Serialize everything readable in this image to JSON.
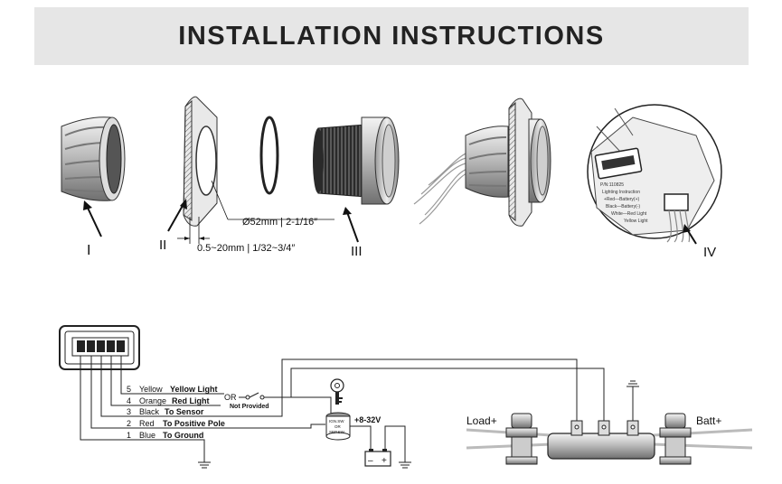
{
  "header": {
    "title": "INSTALLATION INSTRUCTIONS"
  },
  "parts": {
    "part1_label": "I",
    "part2_label": "II",
    "part3_label": "III",
    "part4_label": "IV",
    "hole_diameter": "Ø52mm | 2-1/16″",
    "panel_thickness": "0.5~20mm | 1/32~3/4″"
  },
  "wiring": {
    "connector_pins": [
      "5",
      "4",
      "3",
      "2",
      "1"
    ],
    "wires": [
      {
        "num": "5",
        "color": "Yellow",
        "function": "Yellow Light"
      },
      {
        "num": "4",
        "color": "Orange",
        "function": "Red Light"
      },
      {
        "num": "3",
        "color": "Black",
        "function": "To Sensor"
      },
      {
        "num": "2",
        "color": "Red",
        "function": "To Positive Pole"
      },
      {
        "num": "1",
        "color": "Blue",
        "function": "To Ground"
      }
    ],
    "or_label": "OR",
    "not_provided_label": "Not Provided",
    "switch_text": [
      "IGN.SW",
      "OR",
      "SEP.SW"
    ],
    "voltage_label": "+8-32V",
    "battery_minus": "–",
    "battery_plus": "+",
    "load_label": "Load+",
    "batt_label": "Batt+"
  },
  "label_card": {
    "lines": [
      "P/N:110825",
      "Lighting Instruction",
      "+Red—Battery(+)",
      "Black—Battery(-)",
      "White—Red Light",
      "Yellow Light"
    ]
  }
}
